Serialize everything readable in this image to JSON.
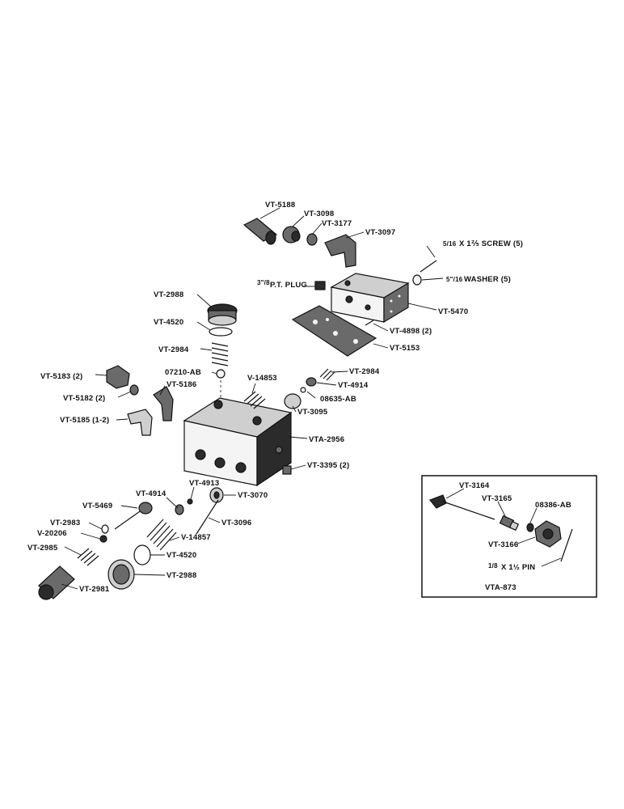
{
  "labels": {
    "vt5188": "VT-5188",
    "vt3098": "VT-3098",
    "vt3177": "VT-3177",
    "vt3097": "VT-3097",
    "screw": "X 1⅖ SCREW (5)",
    "screw_frac": "5/16",
    "washer": "WASHER (5)",
    "washer_frac": "5\"/16",
    "plug": "P.T. PLUG",
    "plug_frac": "3\"/8",
    "vt5470": "VT-5470",
    "vt2988_top": "VT-2988",
    "vt4520_top": "VT-4520",
    "vt2984_left": "VT-2984",
    "ab07210": "07210-AB",
    "v14853": "V-14853",
    "vt4898": "VT-4898 (2)",
    "vt5153": "VT-5153",
    "vt2984_right": "VT-2984",
    "vt4914_right": "VT-4914",
    "ab08635": "08635-AB",
    "vt5183": "VT-5183 (2)",
    "vt5186": "VT-5186",
    "vt5182": "VT-5182 (2)",
    "vt3095": "VT-3095",
    "vt5185": "VT-5185 (1-2)",
    "vta2956": "VTA-2956",
    "vt3395": "VT-3395 (2)",
    "vt4913": "VT-4913",
    "vt4914_left": "VT-4914",
    "vt3070": "VT-3070",
    "vt5469": "VT-5469",
    "vt2983": "VT-2983",
    "vt3096": "VT-3096",
    "v20206": "V-20206",
    "v14857": "V-14857",
    "vt2985": "VT-2985",
    "vt4520_bot": "VT-4520",
    "vt2988_bot": "VT-2988",
    "vt2981": "VT-2981"
  },
  "inset": {
    "vt3164": "VT-3164",
    "vt3165": "VT-3165",
    "ab08386": "08386-AB",
    "vt3166": "VT-3166",
    "pin": "X 1½ PIN",
    "pin_frac": "1/8",
    "title": "VTA-873"
  }
}
